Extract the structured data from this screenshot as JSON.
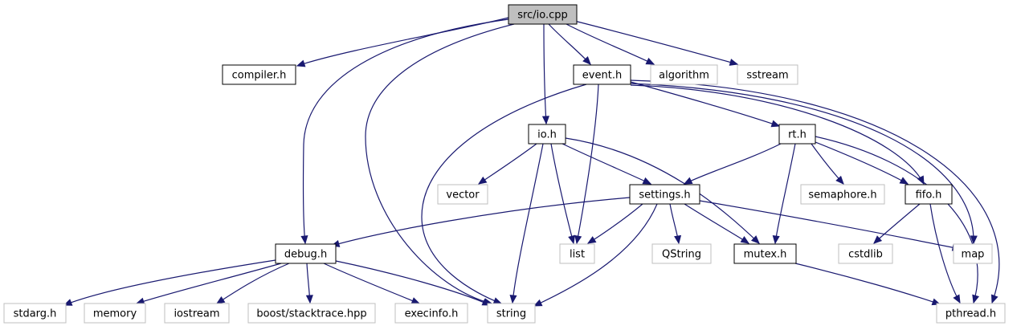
{
  "colors": {
    "edge": "#191970",
    "root_fill": "#bfbfbf",
    "project_border": "#000000",
    "external_border": "#bfbfbf"
  },
  "nodes": [
    {
      "id": "io_cpp",
      "label": "src/io.cpp",
      "kind": "root"
    },
    {
      "id": "compiler_h",
      "label": "compiler.h",
      "kind": "project"
    },
    {
      "id": "event_h",
      "label": "event.h",
      "kind": "project"
    },
    {
      "id": "algorithm",
      "label": "algorithm",
      "kind": "external"
    },
    {
      "id": "sstream",
      "label": "sstream",
      "kind": "external"
    },
    {
      "id": "io_h",
      "label": "io.h",
      "kind": "project"
    },
    {
      "id": "rt_h",
      "label": "rt.h",
      "kind": "project"
    },
    {
      "id": "vector",
      "label": "vector",
      "kind": "external"
    },
    {
      "id": "settings_h",
      "label": "settings.h",
      "kind": "project"
    },
    {
      "id": "semaphore_h",
      "label": "semaphore.h",
      "kind": "external"
    },
    {
      "id": "fifo_h",
      "label": "fifo.h",
      "kind": "project"
    },
    {
      "id": "debug_h",
      "label": "debug.h",
      "kind": "project"
    },
    {
      "id": "list",
      "label": "list",
      "kind": "external"
    },
    {
      "id": "qstring",
      "label": "QString",
      "kind": "external"
    },
    {
      "id": "mutex_h",
      "label": "mutex.h",
      "kind": "project"
    },
    {
      "id": "cstdlib",
      "label": "cstdlib",
      "kind": "external"
    },
    {
      "id": "map",
      "label": "map",
      "kind": "external"
    },
    {
      "id": "stdarg_h",
      "label": "stdarg.h",
      "kind": "external"
    },
    {
      "id": "memory",
      "label": "memory",
      "kind": "external"
    },
    {
      "id": "iostream",
      "label": "iostream",
      "kind": "external"
    },
    {
      "id": "stacktrace",
      "label": "boost/stacktrace.hpp",
      "kind": "external"
    },
    {
      "id": "execinfo_h",
      "label": "execinfo.h",
      "kind": "external"
    },
    {
      "id": "string",
      "label": "string",
      "kind": "external"
    },
    {
      "id": "pthread_h",
      "label": "pthread.h",
      "kind": "external"
    }
  ],
  "edges": [
    {
      "from": "io_cpp",
      "to": "compiler_h"
    },
    {
      "from": "io_cpp",
      "to": "debug_h"
    },
    {
      "from": "io_cpp",
      "to": "string"
    },
    {
      "from": "io_cpp",
      "to": "io_h"
    },
    {
      "from": "io_cpp",
      "to": "event_h"
    },
    {
      "from": "io_cpp",
      "to": "algorithm"
    },
    {
      "from": "io_cpp",
      "to": "sstream"
    },
    {
      "from": "event_h",
      "to": "string"
    },
    {
      "from": "event_h",
      "to": "list"
    },
    {
      "from": "event_h",
      "to": "rt_h"
    },
    {
      "from": "event_h",
      "to": "fifo_h"
    },
    {
      "from": "event_h",
      "to": "map"
    },
    {
      "from": "event_h",
      "to": "pthread_h"
    },
    {
      "from": "io_h",
      "to": "vector"
    },
    {
      "from": "io_h",
      "to": "settings_h"
    },
    {
      "from": "io_h",
      "to": "list"
    },
    {
      "from": "io_h",
      "to": "string"
    },
    {
      "from": "io_h",
      "to": "mutex_h"
    },
    {
      "from": "rt_h",
      "to": "settings_h"
    },
    {
      "from": "rt_h",
      "to": "semaphore_h"
    },
    {
      "from": "rt_h",
      "to": "fifo_h"
    },
    {
      "from": "rt_h",
      "to": "mutex_h"
    },
    {
      "from": "rt_h",
      "to": "pthread_h"
    },
    {
      "from": "settings_h",
      "to": "debug_h"
    },
    {
      "from": "settings_h",
      "to": "list"
    },
    {
      "from": "settings_h",
      "to": "string"
    },
    {
      "from": "settings_h",
      "to": "qstring"
    },
    {
      "from": "settings_h",
      "to": "mutex_h"
    },
    {
      "from": "settings_h",
      "to": "map"
    },
    {
      "from": "fifo_h",
      "to": "cstdlib"
    },
    {
      "from": "fifo_h",
      "to": "pthread_h"
    },
    {
      "from": "mutex_h",
      "to": "pthread_h"
    },
    {
      "from": "debug_h",
      "to": "stdarg_h"
    },
    {
      "from": "debug_h",
      "to": "memory"
    },
    {
      "from": "debug_h",
      "to": "iostream"
    },
    {
      "from": "debug_h",
      "to": "stacktrace"
    },
    {
      "from": "debug_h",
      "to": "execinfo_h"
    },
    {
      "from": "debug_h",
      "to": "string"
    }
  ]
}
